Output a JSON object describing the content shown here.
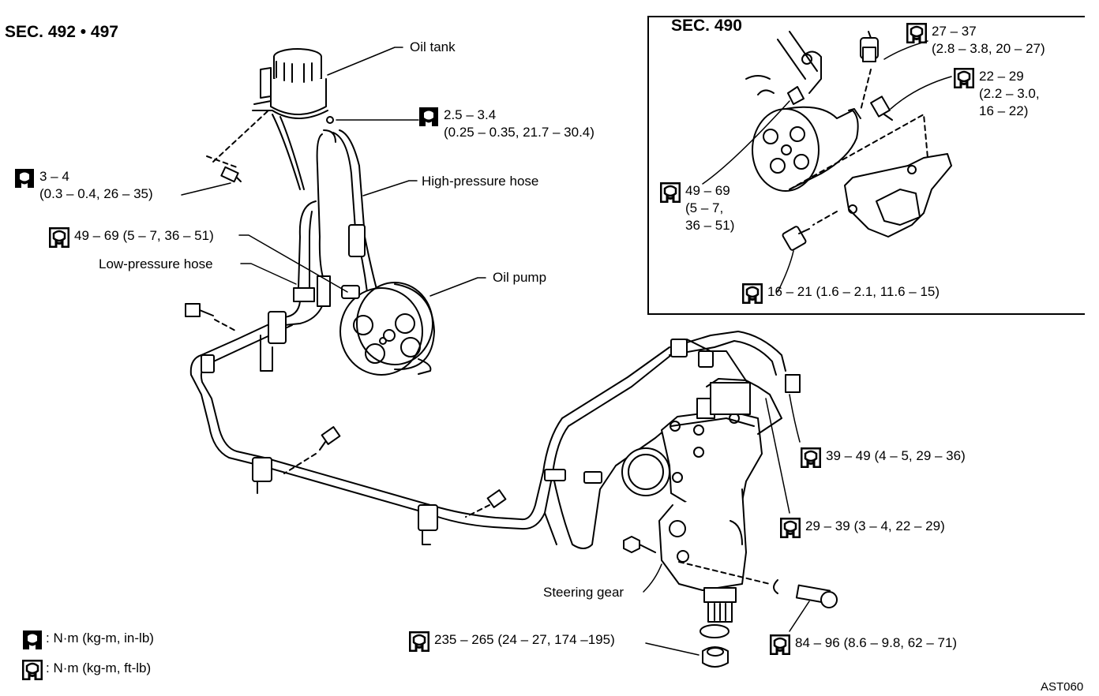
{
  "sections": {
    "main_title": "SEC. 492 • 497",
    "inset_title": "SEC. 490"
  },
  "labels": {
    "oil_tank": "Oil tank",
    "high_pressure_hose": "High-pressure hose",
    "low_pressure_hose": "Low-pressure hose",
    "oil_pump": "Oil pump",
    "steering_gear": "Steering gear"
  },
  "torques": {
    "t1": {
      "icon": "solid-wrench-icon",
      "line1": "2.5 – 3.4",
      "line2": "(0.25 – 0.35, 21.7 – 30.4)"
    },
    "t2": {
      "icon": "solid-wrench-icon",
      "line1": "3 – 4",
      "line2": "(0.3 – 0.4, 26 – 35)"
    },
    "t3": {
      "icon": "open-wrench-icon",
      "line1": "49 – 69 (5 – 7, 36 – 51)"
    },
    "t4": {
      "icon": "open-wrench-icon",
      "line1": "27 – 37",
      "line2": "(2.8 – 3.8, 20 – 27)"
    },
    "t5": {
      "icon": "open-wrench-icon",
      "line1": "22 – 29",
      "line2": "(2.2 – 3.0,",
      "line3": "16 – 22)"
    },
    "t6": {
      "icon": "open-wrench-icon",
      "line1": "49 – 69",
      "line2": "(5 – 7,",
      "line3": "36 – 51)"
    },
    "t7": {
      "icon": "open-wrench-icon",
      "line1": "16 – 21 (1.6 – 2.1, 11.6 – 15)"
    },
    "t8": {
      "icon": "open-wrench-icon",
      "line1": "39 – 49 (4 – 5, 29 – 36)"
    },
    "t9": {
      "icon": "open-wrench-icon",
      "line1": "29 – 39 (3 – 4, 22 – 29)"
    },
    "t10": {
      "icon": "open-wrench-icon",
      "line1": "235 – 265 (24 – 27, 174 –195)"
    },
    "t11": {
      "icon": "open-wrench-icon",
      "line1": "84 – 96 (8.6 – 9.8, 62 – 71)"
    }
  },
  "legend": {
    "solid": ": N·m (kg-m, in-lb)",
    "open": ": N·m (kg-m, ft-lb)"
  },
  "footer_code": "AST060"
}
